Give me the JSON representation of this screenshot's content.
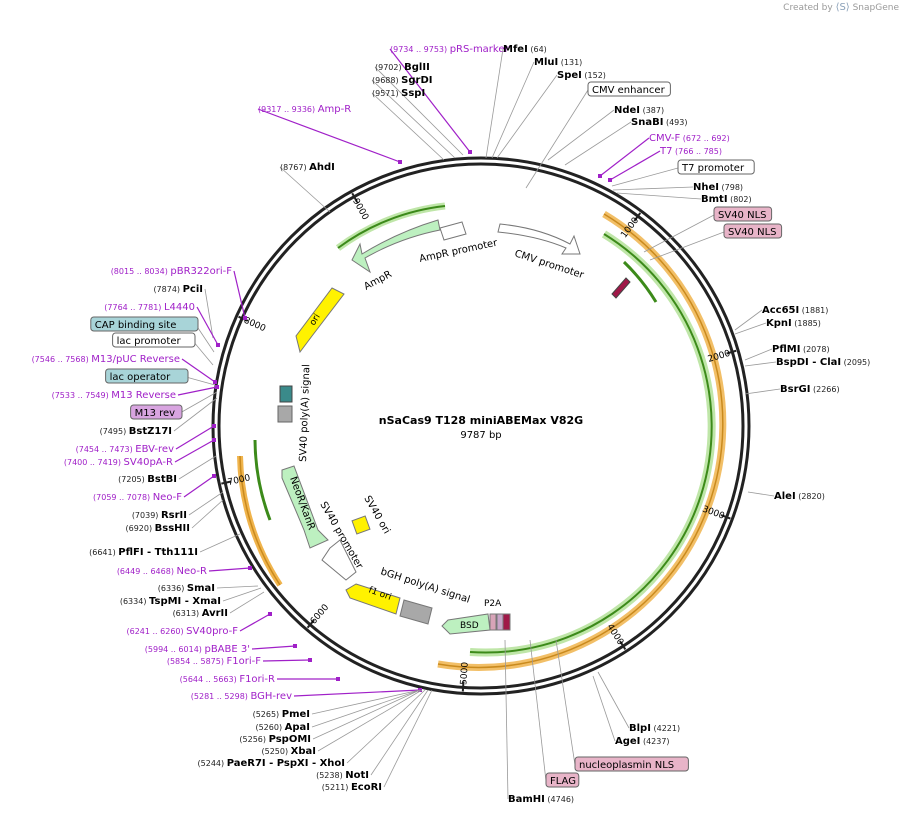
{
  "brand": {
    "created_by": "Created by",
    "logo_text": "SnapGene"
  },
  "plasmid": {
    "name": "nSaCas9 T128 miniABEMax V82G",
    "length": "9787 bp"
  },
  "ticks": [
    {
      "label": "1000",
      "pos": 1000
    },
    {
      "label": "2000",
      "pos": 2000
    },
    {
      "label": "3000",
      "pos": 3000
    },
    {
      "label": "4000",
      "pos": 4000
    },
    {
      "label": "5000",
      "pos": 5000
    },
    {
      "label": "6000",
      "pos": 6000
    },
    {
      "label": "7000",
      "pos": 7000
    },
    {
      "label": "8000",
      "pos": 8000
    },
    {
      "label": "9000",
      "pos": 9000
    }
  ],
  "labels": [
    {
      "pos": "(9734 .. 9753)",
      "name": "pRS-marker",
      "kind": "primer"
    },
    {
      "pos": "(9702)",
      "name": "BglII",
      "kind": "enzyme"
    },
    {
      "pos": "(9688)",
      "name": "SgrDI",
      "kind": "enzyme"
    },
    {
      "pos": "(9571)",
      "name": "SspI",
      "kind": "enzyme"
    },
    {
      "pos": "(9317 .. 9336)",
      "name": "Amp-R",
      "kind": "primer"
    },
    {
      "pos": "(8767)",
      "name": "AhdI",
      "kind": "enzyme"
    },
    {
      "pos": "(64)",
      "name": "MfeI",
      "kind": "enzyme"
    },
    {
      "pos": "(131)",
      "name": "MluI",
      "kind": "enzyme"
    },
    {
      "pos": "(152)",
      "name": "SpeI",
      "kind": "enzyme"
    },
    {
      "pos": "",
      "name": "CMV enhancer",
      "kind": "boxwhite"
    },
    {
      "pos": "(387)",
      "name": "NdeI",
      "kind": "enzyme"
    },
    {
      "pos": "(493)",
      "name": "SnaBI",
      "kind": "enzyme"
    },
    {
      "pos": "(672 .. 692)",
      "name": "CMV-F",
      "kind": "primer"
    },
    {
      "pos": "(766 .. 785)",
      "name": "T7",
      "kind": "primer"
    },
    {
      "pos": "",
      "name": "T7 promoter",
      "kind": "boxwhite"
    },
    {
      "pos": "(798)",
      "name": "NheI",
      "kind": "enzyme"
    },
    {
      "pos": "(802)",
      "name": "BmtI",
      "kind": "enzyme"
    },
    {
      "pos": "",
      "name": "SV40 NLS",
      "kind": "boxpink"
    },
    {
      "pos": "",
      "name": "SV40 NLS",
      "kind": "boxpink"
    },
    {
      "pos": "(1881)",
      "name": "Acc65I",
      "kind": "enzyme"
    },
    {
      "pos": "(1885)",
      "name": "KpnI",
      "kind": "enzyme"
    },
    {
      "pos": "(2078)",
      "name": "PflMI",
      "kind": "enzyme"
    },
    {
      "pos": "(2095)",
      "name": "BspDI - ClaI",
      "kind": "enzyme"
    },
    {
      "pos": "(2266)",
      "name": "BsrGI",
      "kind": "enzyme"
    },
    {
      "pos": "(2820)",
      "name": "AleI",
      "kind": "enzyme"
    },
    {
      "pos": "(4221)",
      "name": "BlpI",
      "kind": "enzyme"
    },
    {
      "pos": "(4237)",
      "name": "AgeI",
      "kind": "enzyme"
    },
    {
      "pos": "",
      "name": "nucleoplasmin NLS",
      "kind": "boxpink"
    },
    {
      "pos": "",
      "name": "FLAG",
      "kind": "boxpink"
    },
    {
      "pos": "(4746)",
      "name": "BamHI",
      "kind": "enzyme"
    },
    {
      "pos": "(8015 .. 8034)",
      "name": "pBR322ori-F",
      "kind": "primer"
    },
    {
      "pos": "(7874)",
      "name": "PciI",
      "kind": "enzyme"
    },
    {
      "pos": "(7764 .. 7781)",
      "name": "L4440",
      "kind": "primer"
    },
    {
      "pos": "",
      "name": "CAP binding site",
      "kind": "boxblue"
    },
    {
      "pos": "",
      "name": "lac promoter",
      "kind": "boxwhite"
    },
    {
      "pos": "(7546 .. 7568)",
      "name": "M13/pUC Reverse",
      "kind": "primer"
    },
    {
      "pos": "",
      "name": "lac operator",
      "kind": "boxblue"
    },
    {
      "pos": "(7533 .. 7549)",
      "name": "M13 Reverse",
      "kind": "primer"
    },
    {
      "pos": "",
      "name": "M13 rev",
      "kind": "boxpurple"
    },
    {
      "pos": "(7495)",
      "name": "BstZ17I",
      "kind": "enzyme"
    },
    {
      "pos": "(7454 .. 7473)",
      "name": "EBV-rev",
      "kind": "primer"
    },
    {
      "pos": "(7400 .. 7419)",
      "name": "SV40pA-R",
      "kind": "primer"
    },
    {
      "pos": "(7205)",
      "name": "BstBI",
      "kind": "enzyme"
    },
    {
      "pos": "(7059 .. 7078)",
      "name": "Neo-F",
      "kind": "primer"
    },
    {
      "pos": "(7039)",
      "name": "RsrII",
      "kind": "enzyme"
    },
    {
      "pos": "(6920)",
      "name": "BssHII",
      "kind": "enzyme"
    },
    {
      "pos": "(6641)",
      "name": "PflFI - Tth111I",
      "kind": "enzyme"
    },
    {
      "pos": "(6449 .. 6468)",
      "name": "Neo-R",
      "kind": "primer"
    },
    {
      "pos": "(6336)",
      "name": "SmaI",
      "kind": "enzyme"
    },
    {
      "pos": "(6334)",
      "name": "TspMI - XmaI",
      "kind": "enzyme"
    },
    {
      "pos": "(6313)",
      "name": "AvrII",
      "kind": "enzyme"
    },
    {
      "pos": "(6241 .. 6260)",
      "name": "SV40pro-F",
      "kind": "primer"
    },
    {
      "pos": "(5994 .. 6014)",
      "name": "pBABE 3'",
      "kind": "primer"
    },
    {
      "pos": "(5854 .. 5875)",
      "name": "F1ori-F",
      "kind": "primer"
    },
    {
      "pos": "(5644 .. 5663)",
      "name": "F1ori-R",
      "kind": "primer"
    },
    {
      "pos": "(5281 .. 5298)",
      "name": "BGH-rev",
      "kind": "primer"
    },
    {
      "pos": "(5265)",
      "name": "PmeI",
      "kind": "enzyme"
    },
    {
      "pos": "(5260)",
      "name": "ApaI",
      "kind": "enzyme"
    },
    {
      "pos": "(5256)",
      "name": "PspOMI",
      "kind": "enzyme"
    },
    {
      "pos": "(5250)",
      "name": "XbaI",
      "kind": "enzyme"
    },
    {
      "pos": "(5244)",
      "name": "PaeR7I - PspXI - XhoI",
      "kind": "enzyme"
    },
    {
      "pos": "(5238)",
      "name": "NotI",
      "kind": "enzyme"
    },
    {
      "pos": "(5211)",
      "name": "EcoRI",
      "kind": "enzyme"
    }
  ],
  "features": [
    {
      "name": "AmpR promoter"
    },
    {
      "name": "AmpR"
    },
    {
      "name": "ori"
    },
    {
      "name": "CMV promoter"
    },
    {
      "name": "SV40 poly(A) signal"
    },
    {
      "name": "NeoR/KanR"
    },
    {
      "name": "SV40 promoter"
    },
    {
      "name": "SV40 ori"
    },
    {
      "name": "f1 ori"
    },
    {
      "name": "bGH poly(A) signal"
    },
    {
      "name": "BSD"
    },
    {
      "name": "P2A"
    }
  ],
  "colors": {
    "primer": "#a020c8",
    "enzyme": "#000000",
    "posnum": "#222222",
    "ring": "#222222",
    "green": "#3c9a1c",
    "orange": "#e8a43c",
    "pink_box": "#e8b4c8",
    "blue_box": "#a8d4d8",
    "purple_box": "#d8a4e0"
  }
}
